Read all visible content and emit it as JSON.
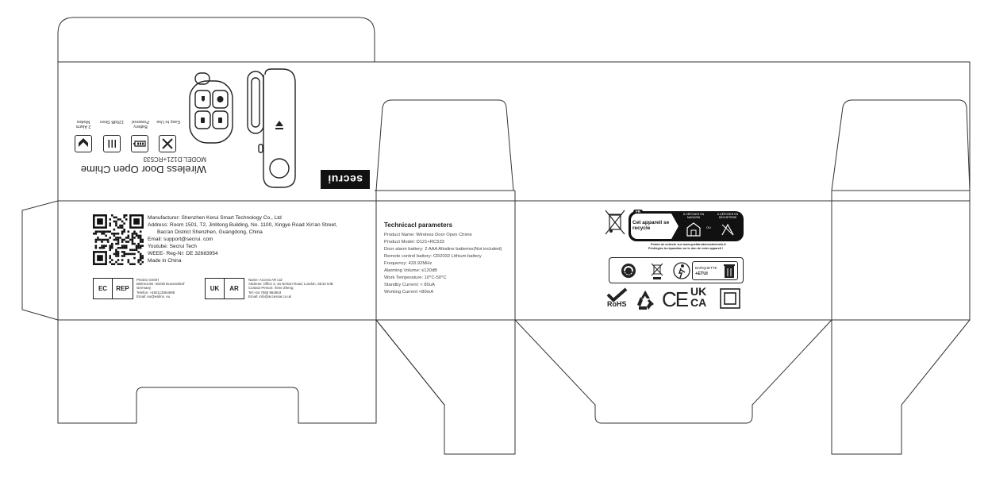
{
  "front_panel": {
    "title": "Wireless Door Open Chime",
    "model": "MODEL:D121+RC533",
    "brand": "secrui",
    "features": [
      {
        "icon": "tools-icon",
        "label": "Easy to Use"
      },
      {
        "icon": "battery-icon",
        "label": "Battery Powered"
      },
      {
        "icon": "volume-bars-icon",
        "label": "120dB Siren"
      },
      {
        "icon": "two-modes-icon",
        "label": "2 Alarm Modes"
      }
    ]
  },
  "back_panel": {
    "manufacturer_lines": [
      "Manufacturer: Shenzhen Kerui Smart Technology Co., Ltd",
      "Address: Room 1501, T2, Jinlitong Building, No. 1100, Xingye Road Xin'an Street,",
      "Bao'an District Shenzhen, Guangdong, China",
      "Email: support@secrui. com",
      "Youtube: Secrui Tech",
      "WEEE- Reg-Nr: DE 32683954",
      "Made in China"
    ],
    "ec_rep": {
      "label_left": "EC",
      "label_right": "REP",
      "lines": [
        "Pesiinx GmbH",
        "Bielnrot.56 -40239 Duesseldorf",
        "Germany",
        "Telefon: +492113054698",
        "Email: eu@esilinx. eu"
      ]
    },
    "uk_rep": {
      "label_left": "UK",
      "label_right": "AR",
      "lines": [
        "Name: Access AR Ltd",
        "Address: Office 3, 4a Nelson Road, London, SE10 9JB",
        "Contact Person: Irene Zheng",
        "Tel:+44 7593 984663",
        "Email: info@accessar.co.uk"
      ]
    }
  },
  "technical_panel": {
    "heading": "Technicacl parameters",
    "lines": [
      "Product Name: Wireless Door Open Chime",
      "Product Model: D121+RC533",
      "Door alarm battery:  2 AAA Alkaline batteries(Not included)",
      "Remote control battery:  CR2032 Lithium battery",
      "Frequency: 433.92MHz",
      "Alarming Volume: ≤120dB",
      "Work Temperature: 10°C-50°C",
      "Standby Current: < 80uA",
      "Working Current <80mA"
    ]
  },
  "recycling_panel": {
    "triman": {
      "fr_badge": "FR",
      "main_text": "Cet appareil se recycle",
      "option1": "À DÉPOSER EN MAGASIN",
      "or_text": "OU",
      "option2": "À DÉPOSER EN DÉCHETERIE",
      "footer_line1": "Points de collecte sur www.quefairedemesdechets.fr",
      "footer_line2": "Privilégiez la réparation ou le don de votre appareil !"
    },
    "packaging_label": {
      "item1": "BARQUETTE",
      "item2": "+ETUI"
    },
    "marks": [
      "RoHS",
      "recycle-icon",
      "CE",
      "UK CA",
      "class-ii-icon"
    ]
  },
  "colors": {
    "ink": "#222222",
    "background": "#ffffff",
    "brand_bg": "#111111"
  }
}
